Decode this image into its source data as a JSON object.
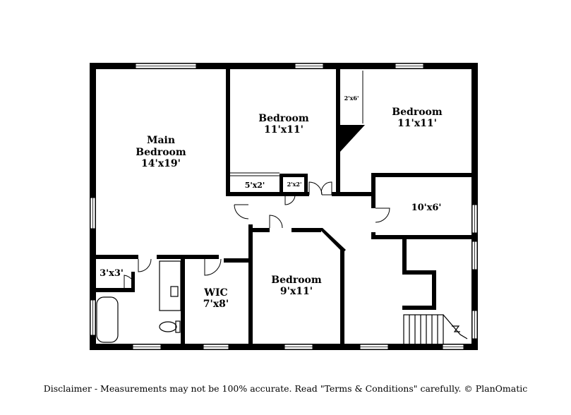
{
  "rooms": {
    "main_bedroom": {
      "name_line1": "Main",
      "name_line2": "Bedroom",
      "size": "14'x19'"
    },
    "bedroom_top_middle": {
      "name": "Bedroom",
      "size": "11'x11'"
    },
    "bedroom_top_right": {
      "name": "Bedroom",
      "size": "11'x11'"
    },
    "bedroom_bottom": {
      "name": "Bedroom",
      "size": "9'x11'"
    },
    "wic": {
      "name": "WIC",
      "size": "7'x8'"
    },
    "room_10x6": {
      "size": "10'x6'"
    },
    "closet_3x3": {
      "size": "3'x3'"
    },
    "closet_5x2": {
      "size": "5'x2'"
    },
    "closet_2x2": {
      "size": "2'x2'"
    },
    "closet_2x6": {
      "size": "2'x6'"
    }
  },
  "disclaimer": "Disclaimer - Measurements may not be 100% accurate. Read \"Terms & Conditions\" carefully. © PlanOmatic"
}
